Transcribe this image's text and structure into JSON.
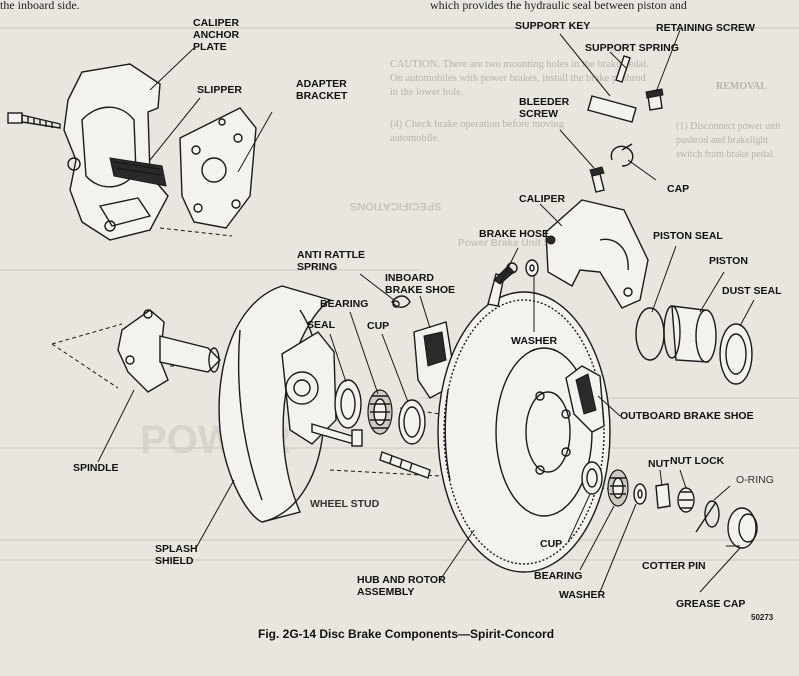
{
  "page": {
    "top_left_text": "the inboard side.",
    "top_right_text": "which provides the hydraulic seal between piston and",
    "bg_heading_specs": "SPECIFICATIONS",
    "bg_heading_power": "Power Brake Unit Specifications",
    "bg_caution": "CAUTION: There are two mounting holes in the brake pedal. On automobiles with power brakes, install the brake pushrod in the lower hole.",
    "bg_step": "(4) Check brake operation before moving automobile.",
    "bg_removal": "REMOVAL",
    "bg_disconnect": "(1) Disconnect power unit pushrod and brakelight switch from brake pedal.",
    "bg_watermark": "POWER"
  },
  "labels": {
    "caliper_anchor_plate": "CALIPER\nANCHOR\nPLATE",
    "slipper": "SLIPPER",
    "adapter_bracket": "ADAPTER\nBRACKET",
    "support_key": "SUPPORT KEY",
    "retaining_screw": "RETAINING SCREW",
    "support_spring": "SUPPORT SPRING",
    "bleeder_screw": "BLEEDER\nSCREW",
    "cap": "CAP",
    "caliper": "CALIPER",
    "brake_hose": "BRAKE HOSE",
    "piston_seal": "PISTON SEAL",
    "piston": "PISTON",
    "dust_seal": "DUST SEAL",
    "anti_rattle_spring": "ANTI RATTLE\nSPRING",
    "inboard_brake_shoe": "INBOARD\nBRAKE SHOE",
    "bearing_top": "BEARING",
    "seal": "SEAL",
    "cup_top": "CUP",
    "washer_top": "WASHER",
    "outboard_brake_shoe": "OUTBOARD BRAKE SHOE",
    "spindle": "SPINDLE",
    "wheel_stud": "WHEEL STUD",
    "splash_shield": "SPLASH\nSHIELD",
    "nut": "NUT",
    "nut_lock": "NUT LOCK",
    "o_ring": "O-RING",
    "cup_bottom": "CUP",
    "bearing_bottom": "BEARING",
    "cotter_pin": "COTTER PIN",
    "washer_bottom": "WASHER",
    "hub_and_rotor_assembly": "HUB AND ROTOR\nASSEMBLY",
    "grease_cap": "GREASE CAP"
  },
  "caption": "Fig. 2G-14   Disc Brake Components—Spirit-Concord",
  "figure_number": "50273"
}
